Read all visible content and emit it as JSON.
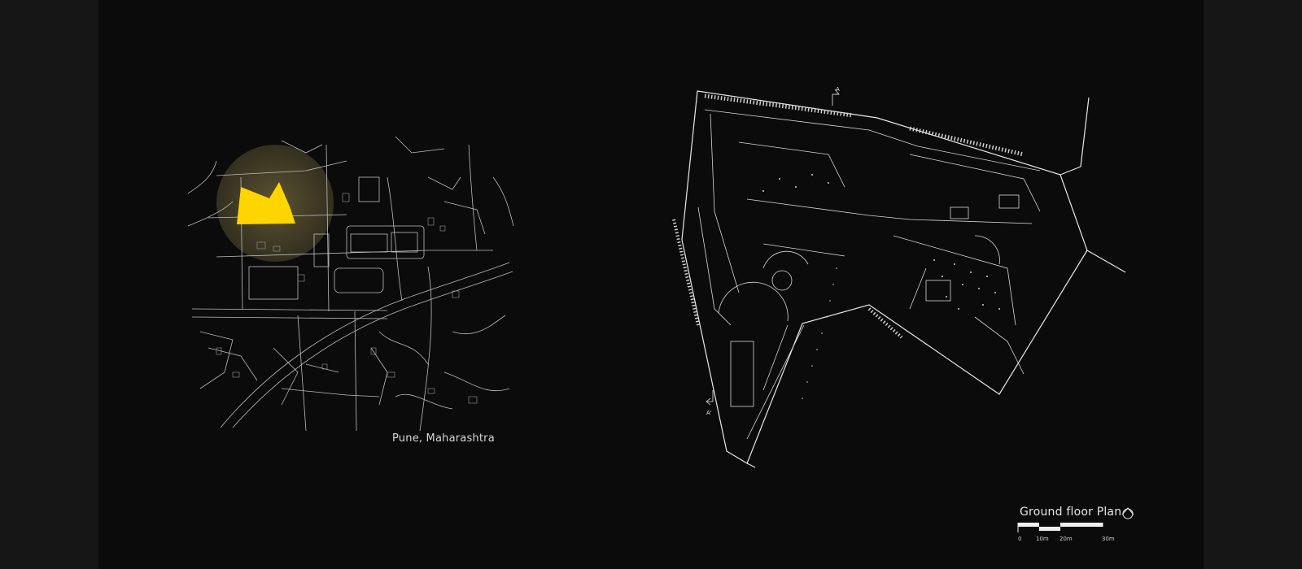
{
  "site_map": {
    "caption": "Pune, Maharashtra",
    "highlight_color": "#ffd500",
    "halo_color": "#5a5230"
  },
  "floor_plan": {
    "title": "Ground floor Plan",
    "section_marker_top": "A",
    "section_marker_bottom": "A'",
    "north_icon": "north-arrow-icon"
  },
  "scale_bar": {
    "labels": [
      "0",
      "10m",
      "20m",
      "30m"
    ]
  },
  "colors": {
    "background": "#0b0b0b",
    "line": "#e8e8e8"
  }
}
